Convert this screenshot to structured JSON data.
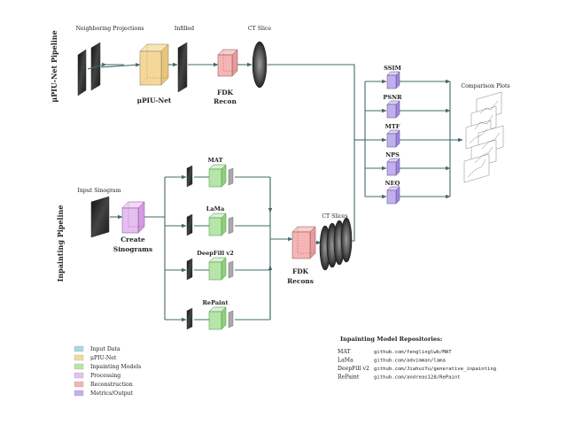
{
  "pipelines": {
    "top_title": "μPIU-Net Pipeline",
    "bottom_title": "Inpainting Pipeline"
  },
  "top": {
    "neighboring_label": "Neighboring Projections",
    "infilled_label": "Infilled",
    "ct_slice_label": "CT Slice",
    "net_label": "μPIU-Net",
    "fdk_label_line1": "FDK",
    "fdk_label_line2": "Recon"
  },
  "bottom": {
    "input_label": "Input Sinogram",
    "create_line1": "Create",
    "create_line2": "Sinograms",
    "models": [
      "MAT",
      "LaMa",
      "DeepFill v2",
      "RePaint"
    ],
    "ct_slices_label": "CT Slices",
    "fdk_line1": "FDK",
    "fdk_line2": "Recons"
  },
  "metrics": [
    "SSIM",
    "PSNR",
    "MTF",
    "NPS",
    "NEQ"
  ],
  "comparison_label": "Comparison Plots",
  "legend": [
    {
      "label": "Input Data",
      "color": "#a9d8e8"
    },
    {
      "label": "μPIU-Net",
      "color": "#f6d79a"
    },
    {
      "label": "Inpainting Models",
      "color": "#b5e6a8"
    },
    {
      "label": "Processing",
      "color": "#e6bff0"
    },
    {
      "label": "Reconstruction",
      "color": "#f5b5b5"
    },
    {
      "label": "Metrics/Output",
      "color": "#c2b0ee"
    }
  ],
  "repositories": {
    "title": "Inpainting Model Repositories:",
    "rows": [
      {
        "model": "MAT",
        "url": "github.com/fenglinglwb/MAT"
      },
      {
        "model": "LaMa",
        "url": "github.com/advimman/lama"
      },
      {
        "model": "DeepFill v2",
        "url": "github.com/JiahuiYu/generative_inpainting"
      },
      {
        "model": "RePaint",
        "url": "github.com/andreas128/RePaint"
      }
    ]
  },
  "colors": {
    "arrow": "#3f6b68",
    "net": "#f6d79a",
    "models": "#b5e6a8",
    "processing": "#e6bff0",
    "recon": "#f5b5b5",
    "metrics": "#c2b0ee"
  }
}
